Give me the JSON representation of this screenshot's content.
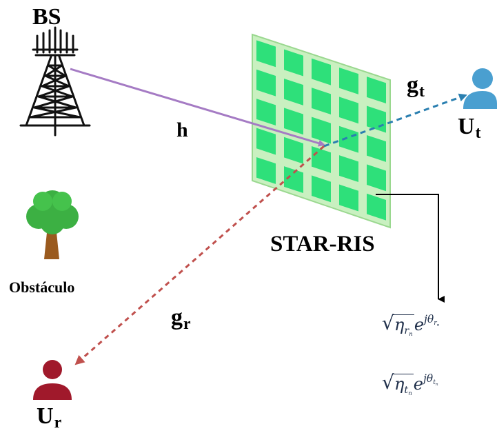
{
  "labels": {
    "bs": "BS",
    "h": "h",
    "star_ris": "STAR-RIS",
    "obstacle": "Obstáculo",
    "gt_base": "g",
    "gt_sub": "t",
    "gr_base": "g",
    "gr_sub": "r",
    "ut_base": "U",
    "ut_sub": "t",
    "ur_base": "U",
    "ur_sub": "r"
  },
  "formulas": {
    "reflect": {
      "eta": "η",
      "eta_sub": "r",
      "n": "n",
      "e": "e",
      "exp": "jθ",
      "exp_sub": "r",
      "exp_n": "n"
    },
    "transmit": {
      "eta": "η",
      "eta_sub": "t",
      "n": "n",
      "e": "e",
      "exp": "jθ",
      "exp_sub": "t",
      "exp_n": "n"
    }
  },
  "colors": {
    "incident_link": "#a57bc4",
    "transmit_link": "#2a7fb0",
    "reflect_link": "#c0504d",
    "ris_cell": "#2ee07a",
    "ris_border": "#c9f0c0",
    "user_t": "#4a9fd0",
    "user_r": "#a0192b",
    "tree_leaves": "#3cb043",
    "tree_trunk": "#9a5a1e"
  },
  "icons": [
    "tower-icon",
    "tree-icon",
    "user-icon"
  ]
}
